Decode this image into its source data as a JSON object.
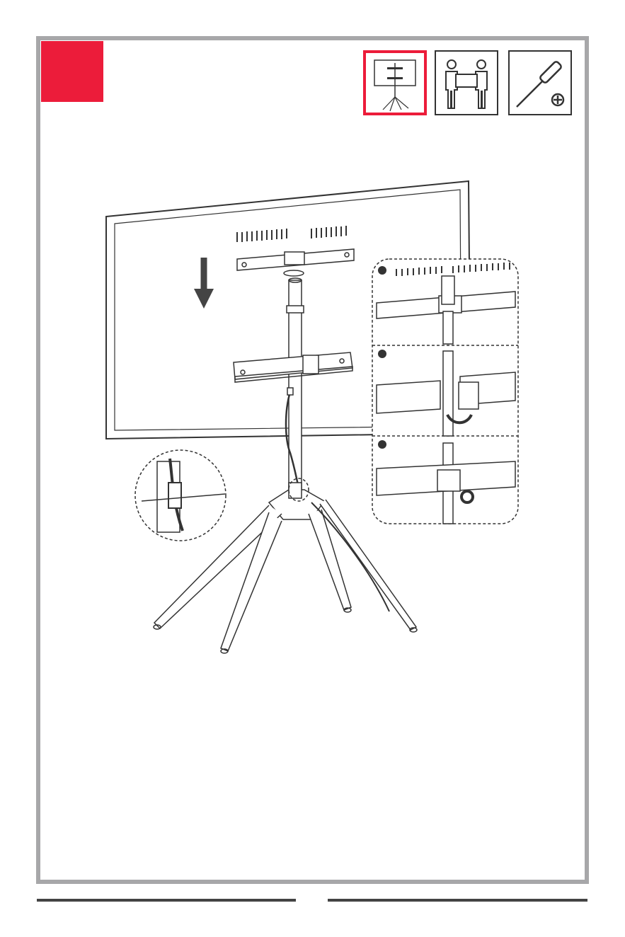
{
  "step": {
    "number": "",
    "accent_color": "#ec1c3a"
  },
  "tools": [
    {
      "icon": "tv-stand-icon",
      "selected": true
    },
    {
      "icon": "two-person-lift-icon",
      "selected": false
    },
    {
      "icon": "phillips-screwdriver-icon",
      "selected": false
    }
  ],
  "details": [
    {
      "marker": "",
      "name": "detail-1"
    },
    {
      "marker": "",
      "name": "detail-2"
    },
    {
      "marker": "",
      "name": "detail-3"
    }
  ],
  "footer": {
    "page_number": ""
  },
  "colors": {
    "frame": "#a7a7a9",
    "line": "#333333",
    "highlight": "#ec1c3a"
  }
}
